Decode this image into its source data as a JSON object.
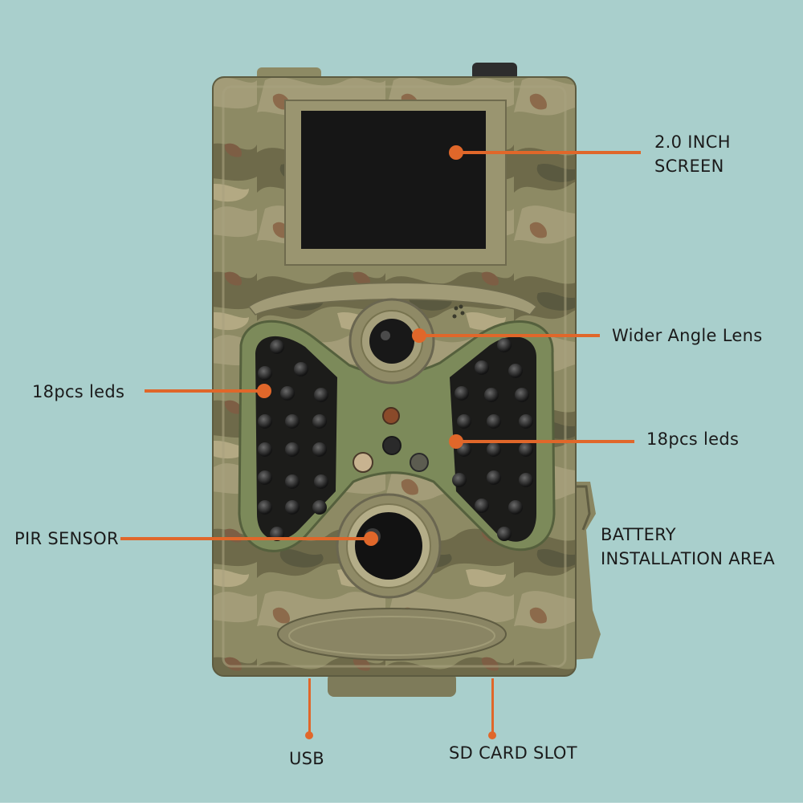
{
  "background_color": "#a9cfcc",
  "accent_color": "#e0672a",
  "image": {
    "subject": "trail-camera-front-view",
    "camo_base_color": "#8d8a64",
    "led_panel_color": "#7c8a5a",
    "led_count_left": 18,
    "led_count_right": 18
  },
  "callouts": {
    "screen": [
      "2.0 INCH",
      "SCREEN"
    ],
    "lens": "Wider Angle Lens",
    "leds_left": "18pcs leds",
    "leds_right": "18pcs leds",
    "pir": "PIR SENSOR",
    "battery": [
      "BATTERY",
      "INSTALLATION AREA"
    ],
    "usb": "USB",
    "sd": "SD CARD SLOT"
  }
}
